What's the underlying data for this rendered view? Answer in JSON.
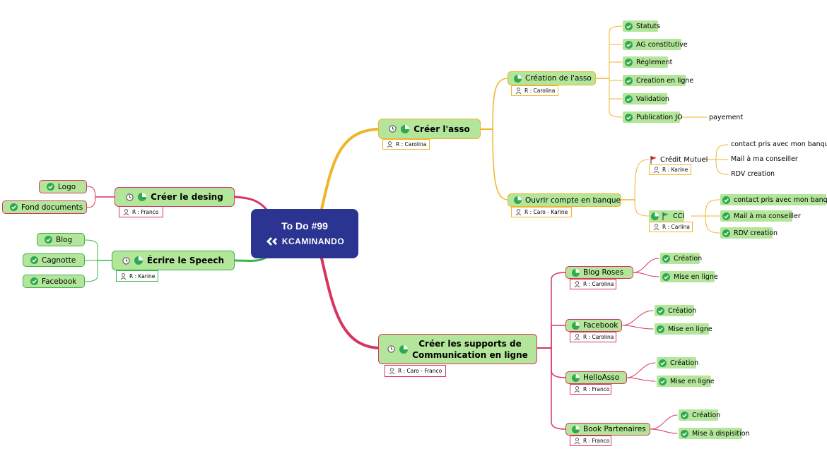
{
  "center": {
    "title": "To Do #99",
    "logo_text": "KCAMINANDO",
    "logo_color": "#2b3591"
  },
  "branches": {
    "asso": {
      "title": "Créer l'asso",
      "resp": "R : Carolina",
      "creation": {
        "title": "Création de l'asso",
        "resp": "R : Carolina",
        "items": [
          "Statuts",
          "AG constitutive",
          "Réglement",
          "Creation en ligne",
          "Validation",
          "Publication JO"
        ],
        "note": "payement"
      },
      "banque": {
        "title": "Ouvrir compte en banque",
        "resp": "R : Caro - Karine",
        "credit": {
          "title": "Crédit Mutuel",
          "resp": "R : Karine",
          "items": [
            "contact pris avec mon banquier",
            "Mail à ma conseiller",
            "RDV creation"
          ]
        },
        "cci": {
          "title": "CCI",
          "resp": "R : Carlina",
          "items": [
            "contact pris avec mon banquier",
            "Mail à ma conseiller",
            "RDV creation"
          ]
        }
      }
    },
    "supports": {
      "title_l1": "Créer les supports de",
      "title_l2": "Communication en ligne",
      "resp": "R : Caro - Franco",
      "blog": {
        "title": "Blog Roses",
        "resp": "R : Carolina",
        "items": [
          "Création",
          "Mise en ligne"
        ]
      },
      "facebook": {
        "title": "Facebook",
        "resp": "R : Carolina",
        "items": [
          "Création",
          "Mise en ligne"
        ]
      },
      "helloasso": {
        "title": "HelloAsso",
        "resp": "R : Franco",
        "items": [
          "Création",
          "Mise en ligne"
        ]
      },
      "book": {
        "title": "Book Partenaires",
        "resp": "R : Franco",
        "items": [
          "Création",
          "Mise à dispisition"
        ]
      }
    },
    "desing": {
      "title": "Créer le desing",
      "resp": "R : Franco",
      "items": [
        "Logo",
        "Fond documents"
      ]
    },
    "speech": {
      "title": "Écrire le Speech",
      "resp": "R : Karine",
      "items": [
        "Blog",
        "Cagnotte",
        "Facebook"
      ]
    }
  },
  "colors": {
    "node_fill": "#b3e69a",
    "yellow_branch": "#f0b429",
    "red_branch": "#d7355f",
    "green_branch": "#39b54a",
    "check": "#2fa84f",
    "flag": "#e02020"
  }
}
